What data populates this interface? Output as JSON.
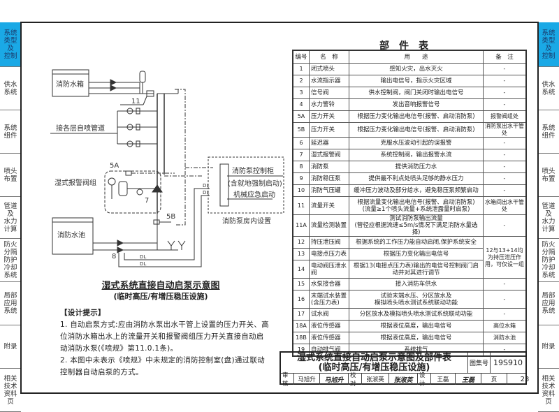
{
  "sidebar": {
    "items": [
      {
        "label": "系统类型及控制",
        "lines": [
          "系统",
          "类型",
          "及",
          "控制"
        ],
        "active": true
      },
      {
        "label": "供水系统",
        "lines": [
          "供水",
          "系统"
        ]
      },
      {
        "label": "系统组件",
        "lines": [
          "系统",
          "组件"
        ]
      },
      {
        "label": "喷头布置",
        "lines": [
          "喷头",
          "布置"
        ]
      },
      {
        "label": "管道及水力计算",
        "lines": [
          "管道",
          "及",
          "水力",
          "计算"
        ]
      },
      {
        "label": "防火分隔防护冷却系统",
        "lines": [
          "防火",
          "分隔",
          "防护",
          "冷却",
          "系统"
        ]
      },
      {
        "label": "局部应用系统",
        "lines": [
          "局部",
          "应用",
          "系统"
        ]
      },
      {
        "label": "附录",
        "lines": [
          "附录"
        ]
      },
      {
        "label": "相关技术资料页",
        "lines": [
          "相关",
          "技术",
          "资料",
          "页"
        ]
      }
    ],
    "active_color": "#1aa9e6"
  },
  "diagram": {
    "labels": {
      "tank_top": "消防水箱",
      "floors": "接各层自喷管道",
      "alarm_group": "湿式报警阀组",
      "pool": "消防水池",
      "control_cabinet": "消防泵控制柜",
      "control_cabinet_sub": "(含就地强制启动)",
      "mechanical": "机械应急启动",
      "pump_room": "消防泵房内设置",
      "dl": "DL"
    },
    "tags": [
      "11",
      "5A",
      "7",
      "5B",
      "8"
    ],
    "caption_title": "湿式系统直接自动启泵示意图",
    "caption_sub": "(临时高压/有增压稳压设施)"
  },
  "notes": {
    "heading": "【设计提示】",
    "items": [
      "1. 自动启泵方式:应由消防水泵出水干管上设置的压力开关、高位消防水箱出水上的流量开关和报警阀组压力开关直接自动启动消防水泵(《喷规》第11.0.1条)。",
      "2. 本图中未表示《喷规》中未规定的消防控制室(盘)通过联动控制器自动启泵的方式。"
    ]
  },
  "parts_table": {
    "title": "部件表",
    "headers": [
      "编号",
      "名　称",
      "用　　途",
      "备　注"
    ],
    "rows": [
      {
        "no": "1",
        "name": "闭式喷头",
        "use": "感知火灾，出水灭火",
        "note": "-"
      },
      {
        "no": "2",
        "name": "水流指示器",
        "use": "输出电信号，指示火灾区域",
        "note": "-"
      },
      {
        "no": "3",
        "name": "信号阀",
        "use": "供水控制阀，阀门关闭时输出电信号",
        "note": "-"
      },
      {
        "no": "4",
        "name": "水力警铃",
        "use": "发出音响报警信号",
        "note": "-"
      },
      {
        "no": "5A",
        "name": "压力开关",
        "use": "根据压力变化输出电信号(报警、启动消防泵)",
        "note": "报警阀组处"
      },
      {
        "no": "5B",
        "name": "压力开关",
        "use": "根据压力变化输出电信号(报警、启动消防泵)",
        "note": "消防泵出水干管处"
      },
      {
        "no": "6",
        "name": "延迟器",
        "use": "克服水压波动引起的误报警",
        "note": "-"
      },
      {
        "no": "7",
        "name": "湿式报警阀",
        "use": "系统控制阀，输出报警水流",
        "note": "-"
      },
      {
        "no": "8",
        "name": "消防泵",
        "use": "提供消防压力水",
        "note": "-"
      },
      {
        "no": "9",
        "name": "消防稳压泵",
        "use": "提供最不利点处喷头足够的静水压力",
        "note": "-"
      },
      {
        "no": "10",
        "name": "消防气压罐",
        "use": "缓冲压力波动及部分给水，避免稳压泵频繁启动",
        "note": "-"
      },
      {
        "no": "11",
        "name": "流量开关",
        "use": "根据流量变化输出电信号(报警、启动消防泵)\n(流量≥1个喷头流量+系统泄露量时启泵)",
        "note": "水箱间出水干管处",
        "tall": true
      },
      {
        "no": "11A",
        "name": "流量检测装置",
        "use": "测试消防泵输出流量\n(管径应根据流速≤5m/s情况下满足消防水量选择)",
        "note": "-",
        "tall": true
      },
      {
        "no": "12",
        "name": "持压泄压阀",
        "use": "根据系统的工作压力能自动启闭,保护系统安全",
        "note": "12与13+14均为持压泄压作用，可仅设一组"
      },
      {
        "no": "13",
        "name": "电接点压力表",
        "use": "根据压力变化输出电信号"
      },
      {
        "no": "14",
        "name": "电动阀压泄水阀",
        "use": "根据13(电接点压力表)输出的电信号控制阀门启动并对其进行调节",
        "tall": true
      },
      {
        "no": "15",
        "name": "水泵接合器",
        "use": "接入消防车供水",
        "note": "-"
      },
      {
        "no": "16",
        "name": "末端试水装置(含压力表)",
        "use": "试验末端水压、分区放水及\n模拟喷头喷水测试系统联动功能",
        "note": "-",
        "tall": true
      },
      {
        "no": "17",
        "name": "试水阀",
        "use": "分区放水及模拟喷头喷水测试系统联动功能",
        "note": "-"
      },
      {
        "no": "18A",
        "name": "液位传感器",
        "use": "根据液位高度，输出电信号",
        "note": "高位水箱"
      },
      {
        "no": "18B",
        "name": "液位传感器",
        "use": "根据液位高度，输出电信号",
        "note": "消防水池"
      },
      {
        "no": "19",
        "name": "自动排气阀",
        "use": "系统排气",
        "note": "-"
      }
    ]
  },
  "title_block": {
    "title_line1": "湿式系统直接自动启泵示意图及部件表",
    "title_line2": "(临时高压/有增压稳压设施)",
    "atlas_label": "图集号",
    "atlas_no": "19S910",
    "page_label": "页",
    "page_no": "23",
    "review_label": "审核",
    "review_name": "马旭升",
    "check_label": "校对",
    "check_name": "张淑英",
    "design_label": "设计",
    "design_name": "王磊",
    "sig_review": "马旭升",
    "sig_check": "张淑英",
    "sig_design": "王磊"
  }
}
